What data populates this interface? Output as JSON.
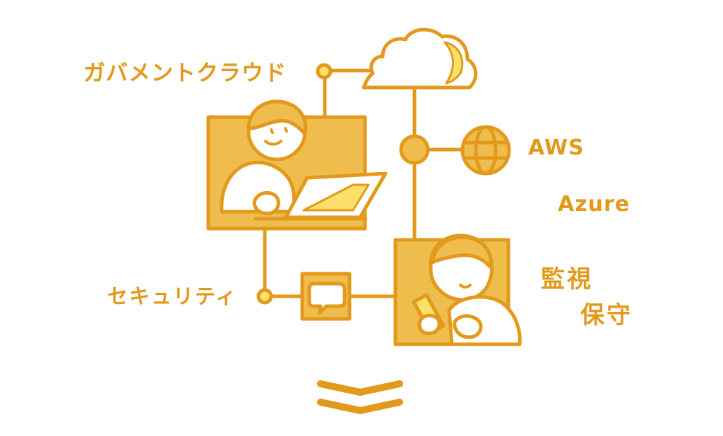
{
  "colors": {
    "stroke": "#e29a1c",
    "fill": "#efbd4d",
    "highlight": "#fbe06b",
    "text": "#e29a1c"
  },
  "labels": {
    "government_cloud": "ガバメントクラウド",
    "aws": "AWS",
    "azure": "Azure",
    "security": "セキュリティ",
    "monitoring_line1": "監視",
    "monitoring_line2": "保守"
  },
  "icons": [
    "cloud-icon",
    "globe-icon",
    "chat-bubble-icon",
    "double-chevron-down-icon"
  ]
}
